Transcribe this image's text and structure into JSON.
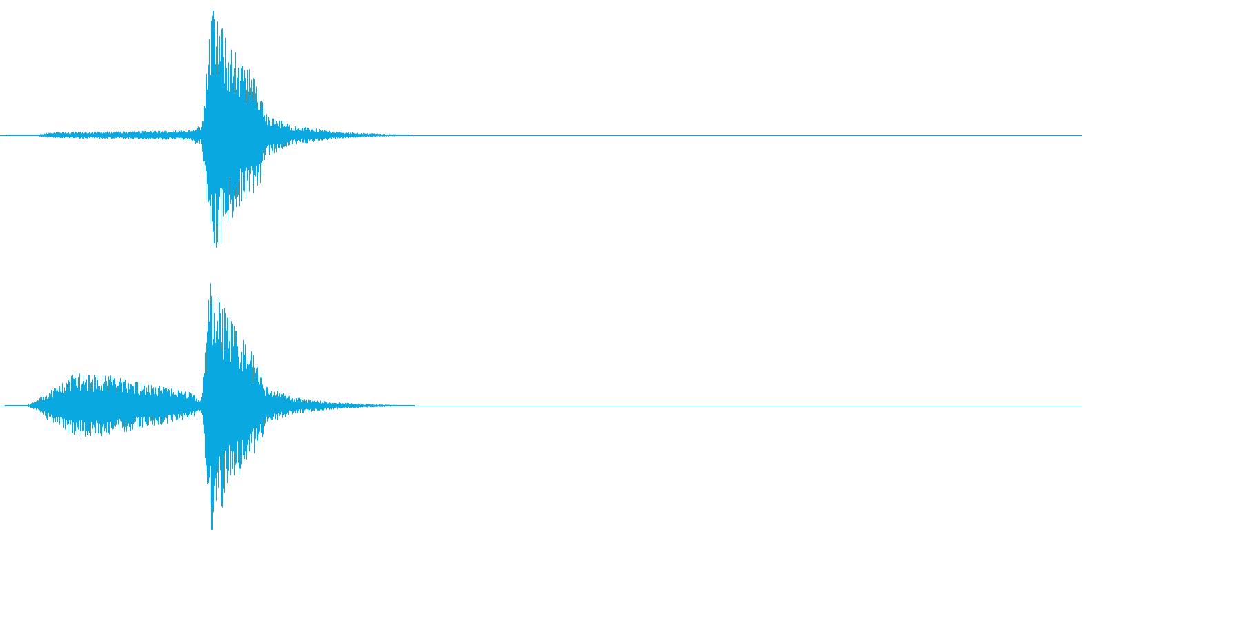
{
  "waveform": {
    "color": "#0aa8e0",
    "background": "#ffffff",
    "channels": [
      {
        "name": "left",
        "envelope": [
          [
            0.0,
            0.0
          ],
          [
            0.033,
            0.006
          ],
          [
            0.045,
            0.02
          ],
          [
            0.06,
            0.025
          ],
          [
            0.08,
            0.028
          ],
          [
            0.1,
            0.029
          ],
          [
            0.12,
            0.031
          ],
          [
            0.14,
            0.034
          ],
          [
            0.16,
            0.038
          ],
          [
            0.175,
            0.046
          ],
          [
            0.183,
            0.075
          ],
          [
            0.186,
            0.055
          ],
          [
            0.19,
            0.52
          ],
          [
            0.193,
            0.92
          ],
          [
            0.196,
            1.0
          ],
          [
            0.2,
            0.9
          ],
          [
            0.205,
            0.85
          ],
          [
            0.21,
            0.72
          ],
          [
            0.215,
            0.7
          ],
          [
            0.22,
            0.6
          ],
          [
            0.23,
            0.52
          ],
          [
            0.235,
            0.45
          ],
          [
            0.24,
            0.4
          ],
          [
            0.245,
            0.17
          ],
          [
            0.255,
            0.14
          ],
          [
            0.27,
            0.075
          ],
          [
            0.29,
            0.055
          ],
          [
            0.31,
            0.03
          ],
          [
            0.34,
            0.015
          ],
          [
            0.36,
            0.009
          ],
          [
            0.375,
            0.004
          ],
          [
            0.38,
            0.0
          ],
          [
            1.0,
            0.0
          ]
        ]
      },
      {
        "name": "right",
        "envelope": [
          [
            0.0,
            0.0
          ],
          [
            0.025,
            0.006
          ],
          [
            0.035,
            0.05
          ],
          [
            0.045,
            0.12
          ],
          [
            0.06,
            0.2
          ],
          [
            0.07,
            0.26
          ],
          [
            0.08,
            0.24
          ],
          [
            0.1,
            0.24
          ],
          [
            0.12,
            0.2
          ],
          [
            0.14,
            0.16
          ],
          [
            0.16,
            0.14
          ],
          [
            0.175,
            0.11
          ],
          [
            0.183,
            0.06
          ],
          [
            0.186,
            0.055
          ],
          [
            0.19,
            0.52
          ],
          [
            0.193,
            0.92
          ],
          [
            0.196,
            1.0
          ],
          [
            0.2,
            0.88
          ],
          [
            0.205,
            0.82
          ],
          [
            0.21,
            0.7
          ],
          [
            0.215,
            0.65
          ],
          [
            0.22,
            0.55
          ],
          [
            0.23,
            0.47
          ],
          [
            0.235,
            0.38
          ],
          [
            0.24,
            0.34
          ],
          [
            0.245,
            0.15
          ],
          [
            0.255,
            0.12
          ],
          [
            0.27,
            0.07
          ],
          [
            0.29,
            0.045
          ],
          [
            0.31,
            0.028
          ],
          [
            0.34,
            0.014
          ],
          [
            0.36,
            0.008
          ],
          [
            0.378,
            0.004
          ],
          [
            0.385,
            0.0
          ],
          [
            1.0,
            0.0
          ]
        ]
      }
    ]
  }
}
